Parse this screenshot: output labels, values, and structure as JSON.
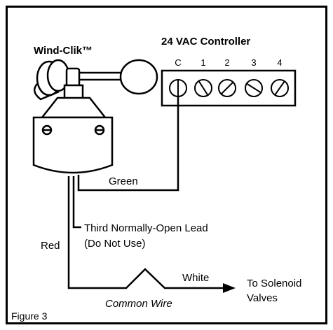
{
  "figure": {
    "caption": "Figure 3",
    "sensor_name": "Wind-Clik™",
    "controller": {
      "title": "24 VAC Controller",
      "terminals": [
        "C",
        "1",
        "2",
        "3",
        "4"
      ]
    },
    "wires": {
      "green": "Green",
      "red": "Red",
      "white": "White",
      "third_lead_line1": "Third Normally-Open Lead",
      "third_lead_line2": "(Do Not Use)",
      "common": "Common Wire",
      "destination_line1": "To Solenoid",
      "destination_line2": "Valves"
    }
  }
}
